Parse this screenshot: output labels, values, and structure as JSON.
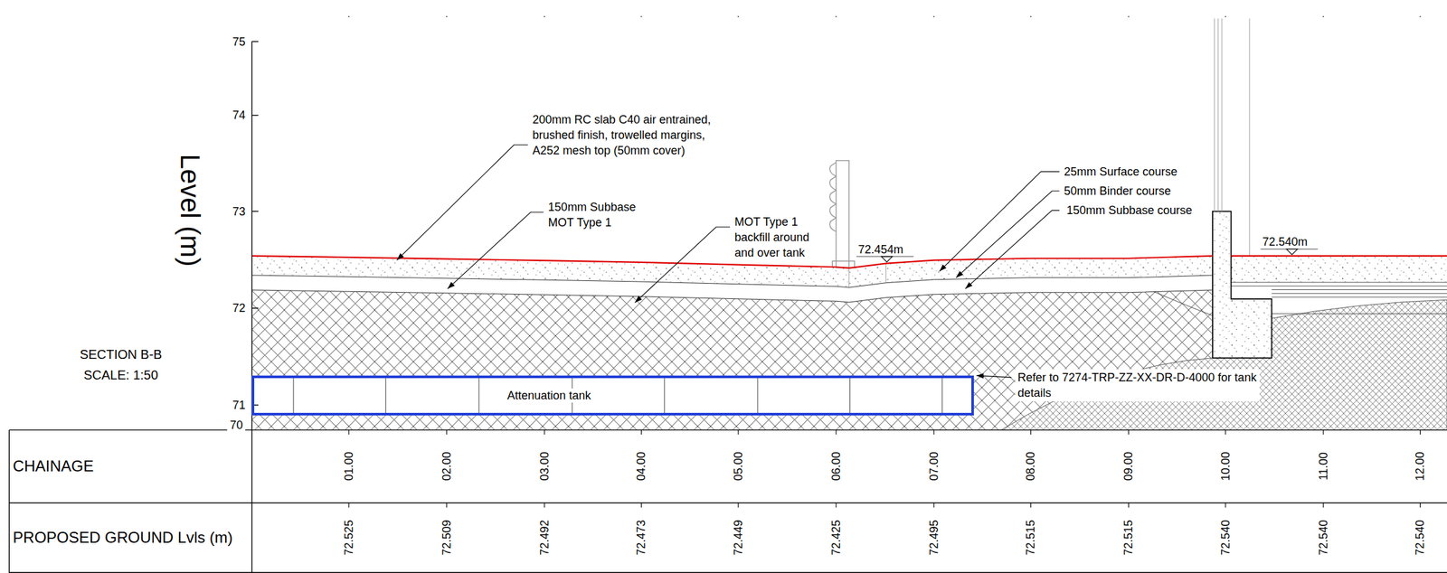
{
  "diagram": {
    "nodes": [
      {
        "text": [
          "Attenuation tank"
        ]
      }
    ],
    "labels": [
      "75",
      "74",
      "73",
      "72",
      "71",
      "70",
      "Level (m)",
      "SECTION B-B",
      "SCALE: 1:50",
      "200mm RC slab C40 air entrained, brushed finish, trowelled margins, A252 mesh top (50mm cover)",
      "150mm Subbase MOT Type 1",
      "MOT Type 1 backfill around and over tank",
      "72.454m",
      "25mm Surface course",
      "50mm Binder course",
      "150mm Subbase course",
      "72.540m",
      "Refer to 7274-TRP-ZZ-XX-DR-D-4000 for tank details",
      "CHAINAGE",
      "01.00",
      "02.00",
      "03.00",
      "04.00",
      "05.00",
      "06.00",
      "07.00",
      "08.00",
      "09.00",
      "10.00",
      "11.00",
      "12.00",
      "PROPOSED GROUND Lvls (m)",
      "72.525",
      "72.509",
      "72.492",
      "72.473",
      "72.449",
      "72.425",
      "72.495",
      "72.515",
      "72.515",
      "72.540",
      "72.540",
      "72.540"
    ]
  }
}
